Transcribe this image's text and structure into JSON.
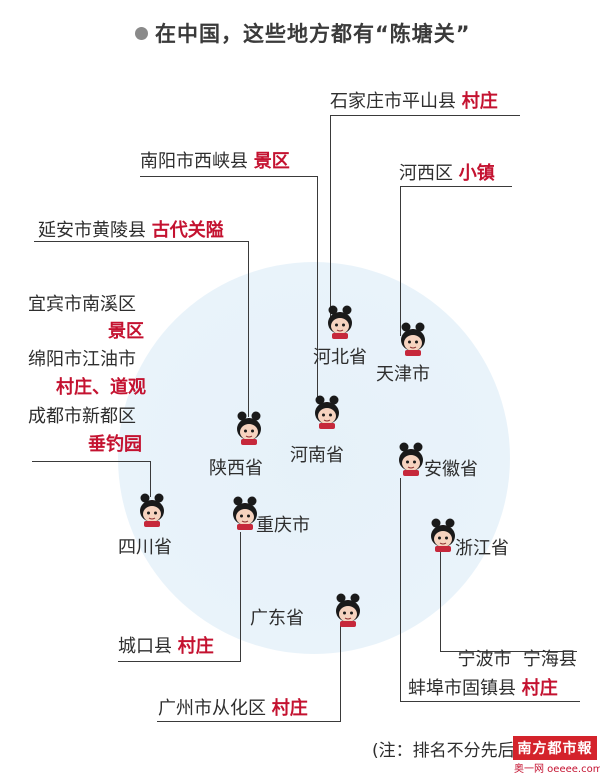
{
  "title": "在中国，这些地方都有“陈塘关”",
  "entries": {
    "shijiazhuang": {
      "place": "石家庄市平山县",
      "type": "村庄"
    },
    "nanyang": {
      "place": "南阳市西峡县",
      "type": "景区"
    },
    "hexi": {
      "place": "河西区",
      "type": "小镇"
    },
    "yanan": {
      "place": "延安市黄陵县",
      "type": "古代关隘"
    },
    "yibin": {
      "place": "宜宾市南溪区",
      "type": "景区"
    },
    "mianyang": {
      "place": "绵阳市江油市",
      "type": "村庄、道观"
    },
    "chengdu": {
      "place": "成都市新都区",
      "type": "垂钓园"
    },
    "chengkou": {
      "place": "城口县",
      "type": "村庄"
    },
    "guangzhou": {
      "place": "广州市从化区",
      "type": "村庄"
    },
    "ningbo": {
      "place": "宁波市  宁海县",
      "type": ""
    },
    "bengbu": {
      "place": "蚌埠市固镇县",
      "type": "村庄"
    }
  },
  "provinces": {
    "hebei": "河北省",
    "tianjin": "天津市",
    "henan": "河南省",
    "shaanxi": "陕西省",
    "anhui": "安徽省",
    "sichuan": "四川省",
    "chongqing": "重庆市",
    "zhejiang": "浙江省",
    "guangdong": "广东省"
  },
  "note": "(注：排名不分先后)",
  "logo": "南方都市報",
  "logo_sub": "奥一网 oeeee.com",
  "colors": {
    "accent": "#c41230",
    "circle": "#e8f2f9",
    "line": "#3a3a3a"
  }
}
